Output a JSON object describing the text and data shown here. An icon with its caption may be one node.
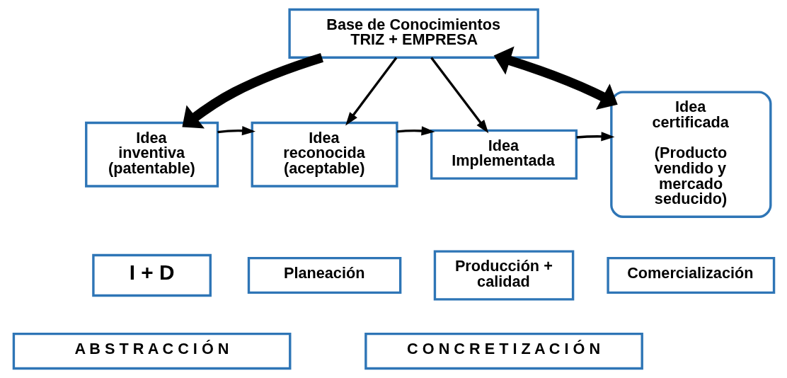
{
  "diagram": {
    "nodes": [
      {
        "text": [
          "Base de Conocimientos TRIZ + EMPRESA"
        ]
      },
      {
        "text": [
          "Idea inventiva (patentable)"
        ]
      },
      {
        "text": [
          "Idea reconocida (aceptable)"
        ]
      },
      {
        "text": [
          "Idea Implementada"
        ]
      },
      {
        "text": [
          "Idea certificada",
          "(Producto vendido y mercado seducido)"
        ]
      },
      {
        "text": [
          "I + D"
        ]
      },
      {
        "text": [
          "Planeación"
        ]
      },
      {
        "text": [
          "Producción + calidad"
        ]
      },
      {
        "text": [
          "Comercialización"
        ]
      },
      {
        "text": [
          "A B S T R A C C I Ó N"
        ]
      },
      {
        "text": [
          "C O N C R E T I Z A C I Ó N"
        ]
      }
    ],
    "edges": [
      {
        "from": 0,
        "to": 1,
        "arrow": "to",
        "style": "thick"
      },
      {
        "from": 0,
        "to": 2,
        "arrow": "to"
      },
      {
        "from": 0,
        "to": 3,
        "arrow": "to"
      },
      {
        "from": 0,
        "to": 4,
        "arrow": "both",
        "style": "thick"
      },
      {
        "from": 1,
        "to": 2,
        "arrow": "to"
      },
      {
        "from": 2,
        "to": 3,
        "arrow": "to"
      },
      {
        "from": 3,
        "to": 4,
        "arrow": "to"
      }
    ]
  }
}
